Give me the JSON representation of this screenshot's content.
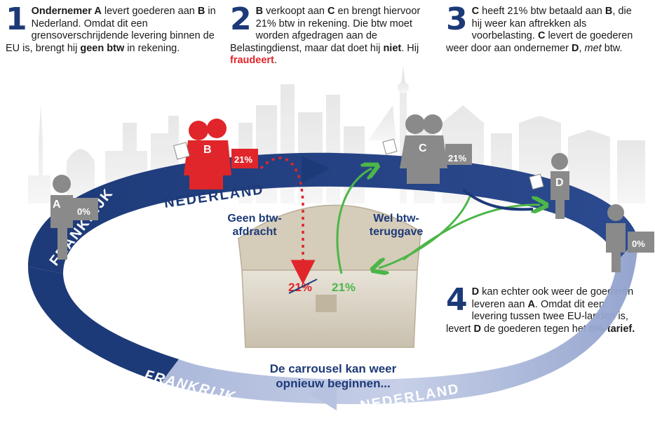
{
  "steps": [
    {
      "num": "1",
      "html": "<b>Ondernemer A</b> levert goederen aan <b>B</b> in Nederland. Omdat dit een grensoverschrijdende levering binnen de EU is, brengt hij <b>geen btw</b> in rekening."
    },
    {
      "num": "2",
      "html": "<b>B</b> verkoopt aan <b>C</b> en brengt hiervoor 21% btw in rekening. Die btw moet worden afgedragen aan de Belastingdienst, maar dat doet hij <b>niet</b>. Hij <span class=\"red\">fraudeert</span>."
    },
    {
      "num": "3",
      "html": "<b>C</b> heeft 21% btw betaald aan <b>B</b>, die hij weer kan aftrekken als voorbelasting. <b>C</b> levert de goederen weer door aan ondernemer <b>D</b>, <i>met</i> btw."
    },
    {
      "num": "4",
      "html": "<b>D</b> kan echter ook weer de goederen leveren aan <b>A</b>. Omdat dit een levering tussen twee EU-landen is, levert  <b>D</b> de goederen tegen het <b>0%-tarief.</b>"
    }
  ],
  "labels": {
    "geen_afdracht": "Geen btw-\nafdracht",
    "wel_teruggave": "Wel btw-\nteruggave",
    "carrousel": "De carrousel kan weer\nopnieuw beginnen...",
    "pct_red": "21%",
    "pct_green": "21%"
  },
  "countries": {
    "nl_top": "NEDERLAND",
    "fr_left": "FRANKRIJK",
    "fr_bottom": "FRANKRIJK",
    "nl_bottom": "NEDERLAND"
  },
  "people": [
    {
      "letter": "A",
      "pct": "0%",
      "color": "#8a8a8a"
    },
    {
      "letter": "B",
      "pct": "21%",
      "color": "#e0262a"
    },
    {
      "letter": "C",
      "pct": "21%",
      "color": "#8a8a8a"
    },
    {
      "letter": "D",
      "pct": "",
      "color": "#8a8a8a"
    },
    {
      "letter": "",
      "pct": "0%",
      "color": "#8a8a8a"
    }
  ],
  "colors": {
    "ring_dark": "#1d3a78",
    "ring_light": "#9aaad0",
    "red": "#e0262a",
    "green": "#4cb648",
    "chest": "#d9d2c3"
  }
}
